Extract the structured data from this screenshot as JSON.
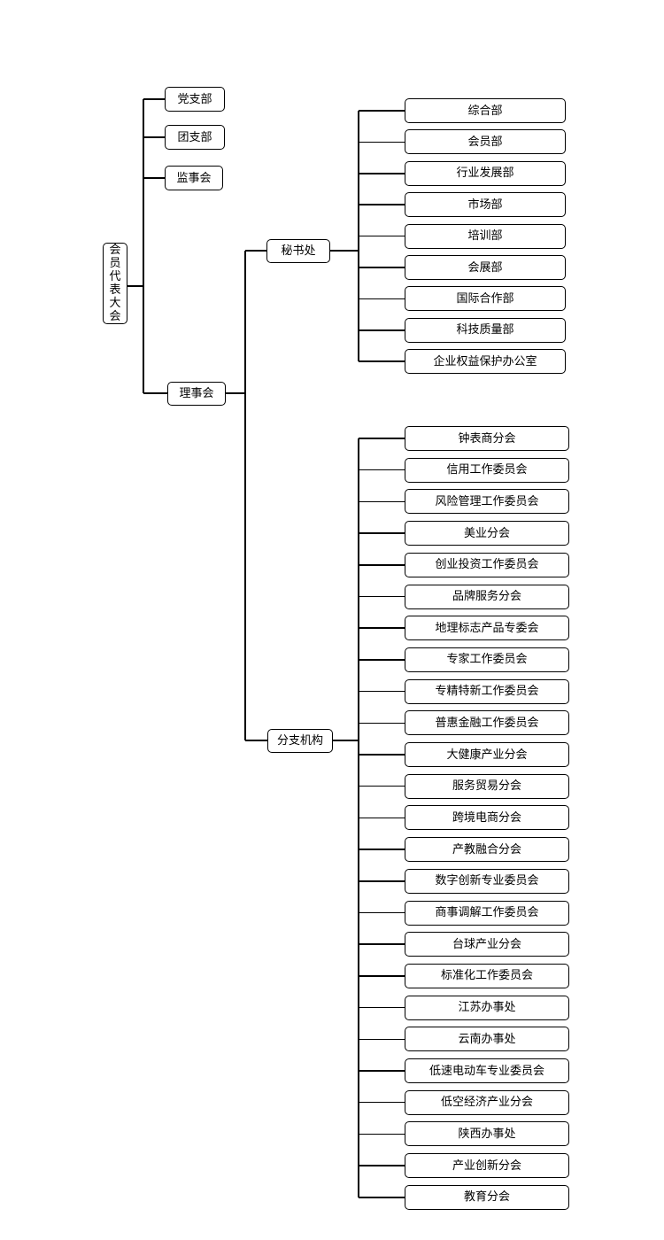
{
  "root": "会员代表大会",
  "party": [
    "党支部",
    "团支部",
    "监事会"
  ],
  "council": "理事会",
  "secretariat": {
    "title": "秘书处",
    "departments": [
      "综合部",
      "会员部",
      "行业发展部",
      "市场部",
      "培训部",
      "会展部",
      "国际合作部",
      "科技质量部",
      "企业权益保护办公室"
    ]
  },
  "branches": {
    "title": "分支机构",
    "items": [
      "钟表商分会",
      "信用工作委员会",
      "风险管理工作委员会",
      "美业分会",
      "创业投资工作委员会",
      "品牌服务分会",
      "地理标志产品专委会",
      "专家工作委员会",
      "专精特新工作委员会",
      "普惠金融工作委员会",
      "大健康产业分会",
      "服务贸易分会",
      "跨境电商分会",
      "产教融合分会",
      "数字创新专业委员会",
      "商事调解工作委员会",
      "台球产业分会",
      "标准化工作委员会",
      "江苏办事处",
      "云南办事处",
      "低速电动车专业委员会",
      "低空经济产业分会",
      "陕西办事处",
      "产业创新分会",
      "教育分会"
    ]
  }
}
